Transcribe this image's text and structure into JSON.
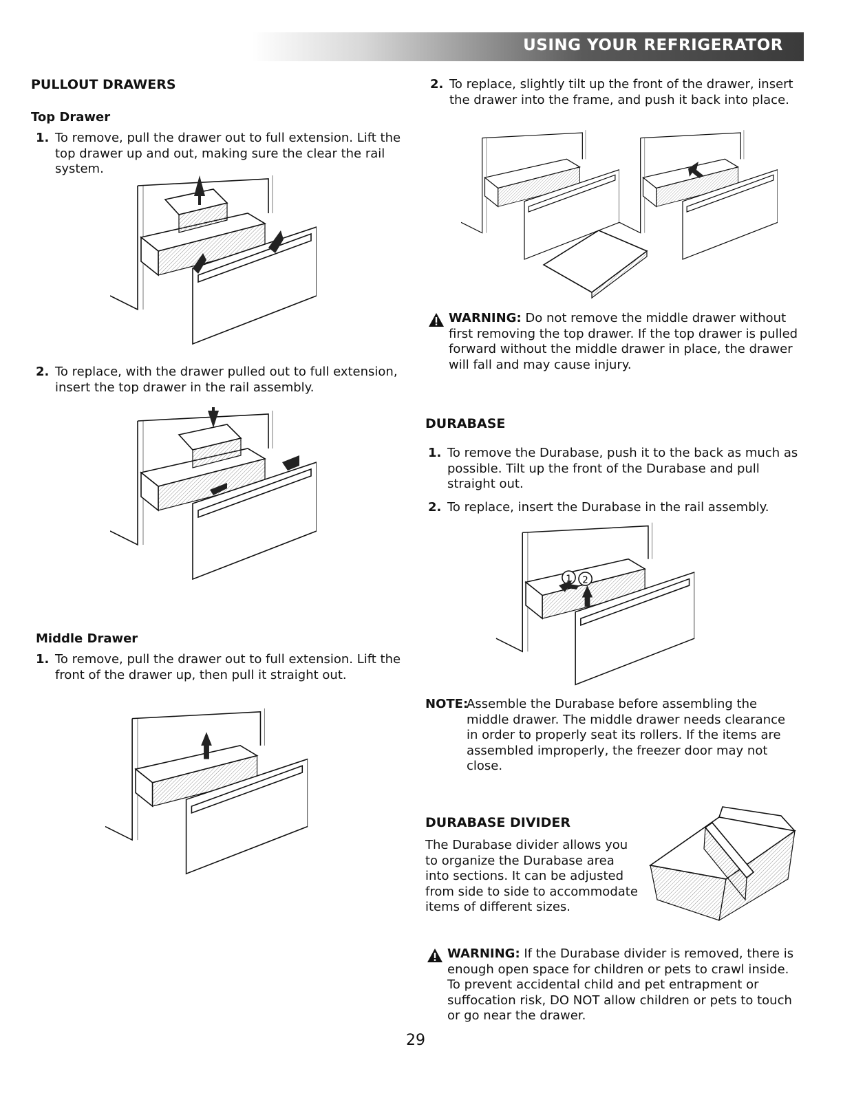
{
  "header": {
    "title": "USING YOUR REFRIGERATOR"
  },
  "pullout": {
    "heading": "PULLOUT DRAWERS",
    "top_drawer": {
      "heading": "Top Drawer",
      "step1_num": "1.",
      "step1": "To remove, pull the drawer out to full extension. Lift the top drawer up and out, making sure the clear the rail system.",
      "step2_num": "2.",
      "step2": "To replace, with the drawer pulled out to full extension, insert the top drawer in the rail assembly."
    },
    "middle_drawer": {
      "heading": "Middle Drawer",
      "step1_num": "1.",
      "step1": "To remove, pull the drawer out to full extension. Lift the front of the drawer up, then pull it straight out.",
      "step2_num": "2.",
      "step2": "To replace, slightly tilt up the front of the drawer, insert the drawer into the frame, and push it back into place."
    }
  },
  "warning1": {
    "label": "WARNING:",
    "text": "Do not remove the middle drawer without first removing the top drawer. If the top drawer is pulled forward without the middle drawer in place, the drawer will fall and may cause injury."
  },
  "durabase": {
    "heading": "DURABASE",
    "step1_num": "1.",
    "step1": "To remove the Durabase, push it to the back as much as possible. Tilt up the front of the Durabase and pull straight out.",
    "step2_num": "2.",
    "step2": "To replace, insert the Durabase in the rail assembly.",
    "callout1": "1",
    "callout2": "2"
  },
  "note": {
    "label": "NOTE:",
    "text": "Assemble the Durabase before assembling the middle drawer. The middle drawer needs clearance in order to properly seat its rollers. If the items are assembled improperly, the freezer door may not close."
  },
  "divider": {
    "heading": "DURABASE DIVIDER",
    "text": "The Durabase divider allows you to organize the Durabase area into sections. It can be adjusted from side to side to accommodate items of different sizes."
  },
  "warning2": {
    "label": "WARNING:",
    "text": "If the Durabase divider is removed, there is enough open space for children or pets to crawl inside. To prevent accidental child and pet entrapment or suffocation risk, DO NOT allow children or pets to touch or go near the drawer."
  },
  "page_number": "29"
}
